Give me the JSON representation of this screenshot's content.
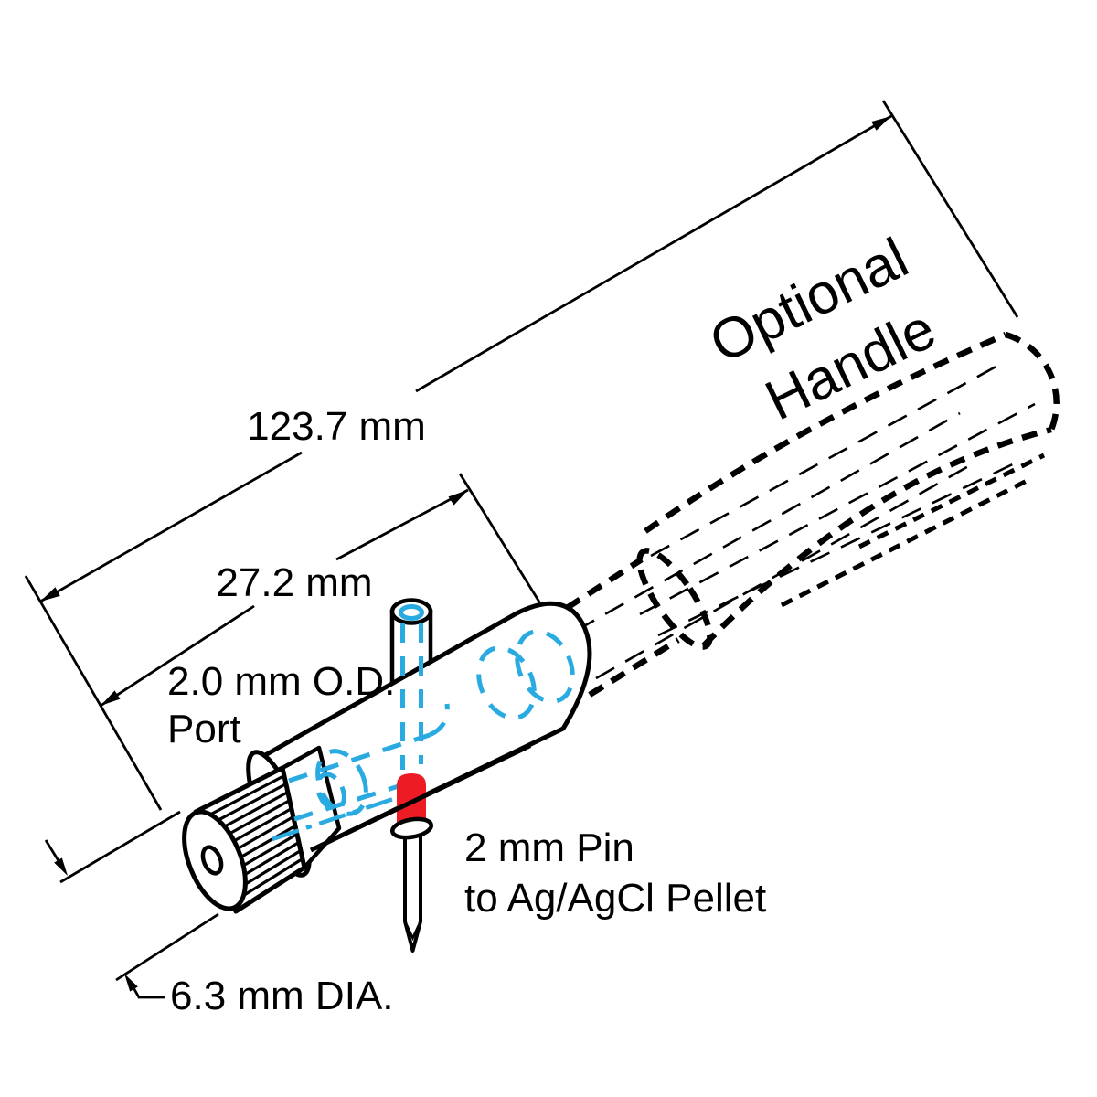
{
  "diagram": {
    "type": "technical-drawing",
    "subject": "microelectrode-holder-with-port-and-pin",
    "dimensions": {
      "overall_length": "123.7 mm",
      "body_length": "27.2 mm",
      "cap_diameter": "6.3 mm DIA."
    },
    "labels": {
      "port_line1": "2.0 mm O.D.",
      "port_line2": "Port",
      "pin_line1": "2 mm Pin",
      "pin_line2": "to Ag/AgCl Pellet",
      "handle_line1": "Optional",
      "handle_line2": "Handle"
    },
    "colors": {
      "outline": "#000000",
      "channel_blue": "#29ABE2",
      "pin_red": "#ED1C24",
      "background": "#FFFFFF"
    }
  }
}
